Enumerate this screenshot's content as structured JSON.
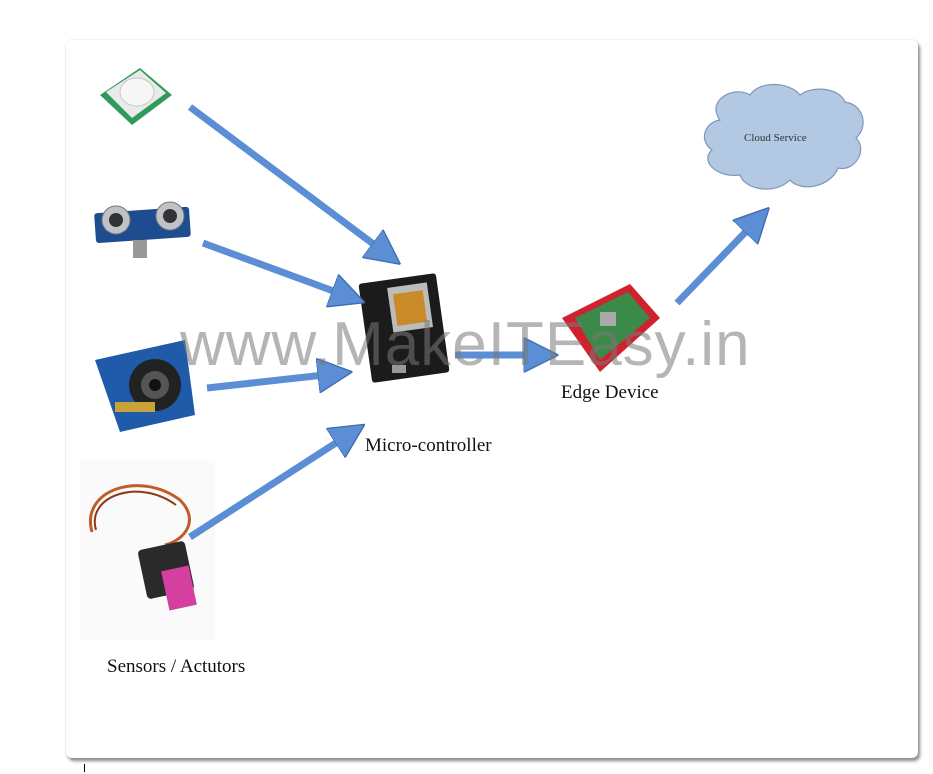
{
  "labels": {
    "sensors": "Sensors / Actutors",
    "microcontroller": "Micro-controller",
    "edge": "Edge Device",
    "cloud": "Cloud Service"
  },
  "watermark": "www.MakeITEasy.in",
  "colors": {
    "arrow": "#5b8ed4",
    "arrow_stroke": "#3f6fb0",
    "cloud": "#b3c8e3",
    "cloud_stroke": "#7e97b9"
  }
}
